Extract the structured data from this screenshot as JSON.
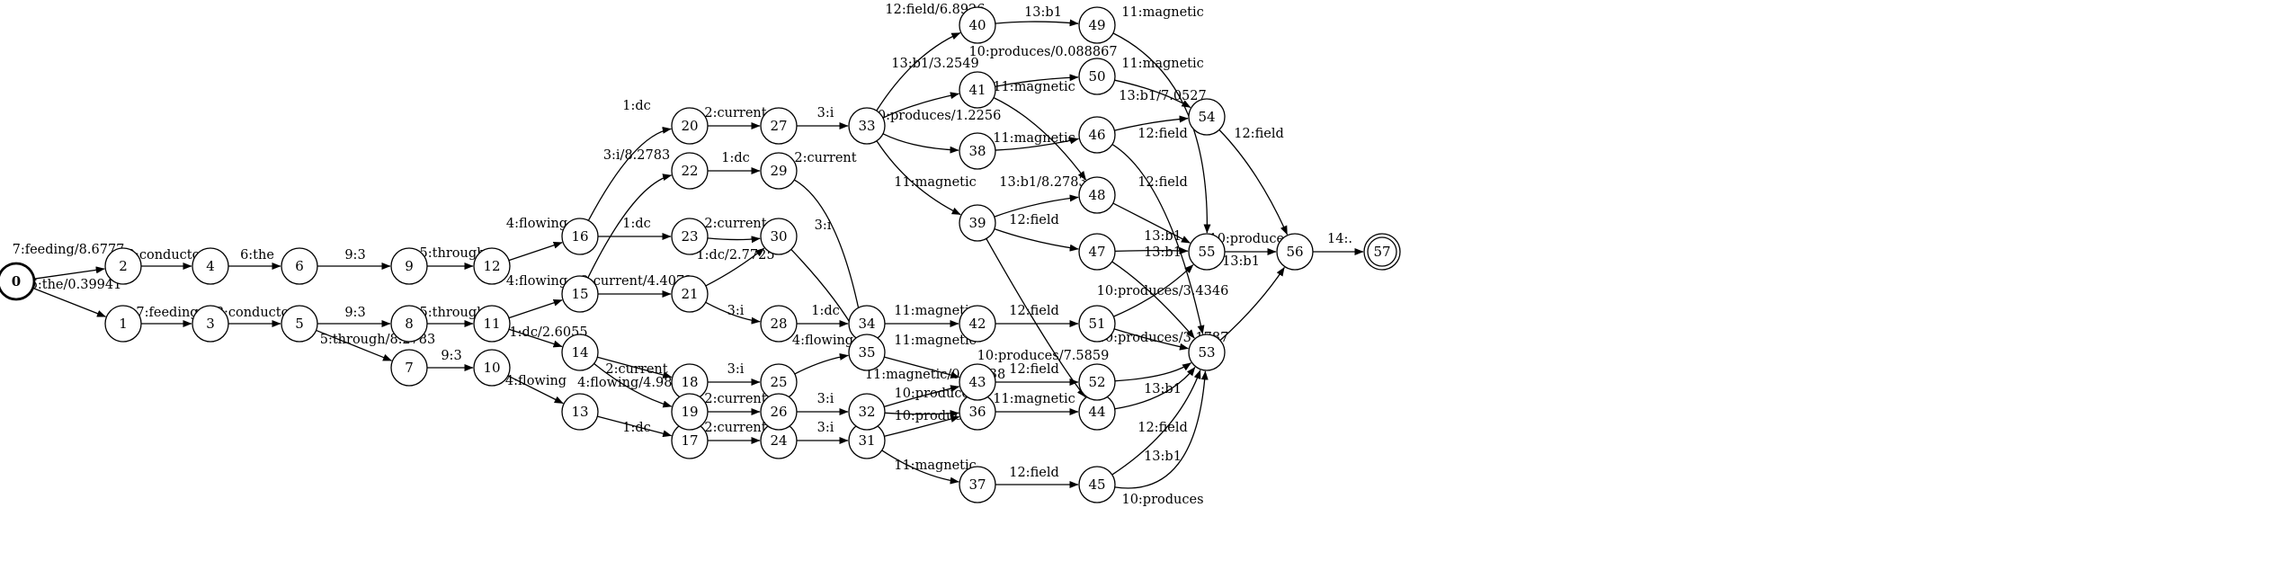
{
  "start_state": "0",
  "final_state": "57",
  "states": [
    "0",
    "1",
    "2",
    "3",
    "4",
    "5",
    "6",
    "7",
    "8",
    "9",
    "10",
    "11",
    "12",
    "13",
    "14",
    "15",
    "16",
    "17",
    "18",
    "19",
    "20",
    "21",
    "22",
    "23",
    "24",
    "25",
    "26",
    "27",
    "28",
    "29",
    "30",
    "31",
    "32",
    "33",
    "34",
    "35",
    "36",
    "37",
    "38",
    "39",
    "40",
    "41",
    "42",
    "43",
    "44",
    "45",
    "46",
    "47",
    "48",
    "49",
    "50",
    "51",
    "52",
    "53",
    "54",
    "55",
    "56",
    "57"
  ],
  "transitions": [
    {
      "from": "0",
      "to": "2",
      "label": "7:feeding/8.6777"
    },
    {
      "from": "0",
      "to": "1",
      "label": "6:the/0.39941"
    },
    {
      "from": "2",
      "to": "4",
      "label": "8:conductor"
    },
    {
      "from": "1",
      "to": "3",
      "label": "7:feeding"
    },
    {
      "from": "4",
      "to": "6",
      "label": "6:the"
    },
    {
      "from": "3",
      "to": "5",
      "label": "8:conductor"
    },
    {
      "from": "6",
      "to": "9",
      "label": "9:3"
    },
    {
      "from": "5",
      "to": "8",
      "label": "9:3"
    },
    {
      "from": "5",
      "to": "7",
      "label": "5:through/8.2783"
    },
    {
      "from": "9",
      "to": "12",
      "label": "5:through"
    },
    {
      "from": "8",
      "to": "11",
      "label": "5:through"
    },
    {
      "from": "7",
      "to": "10",
      "label": "9:3"
    },
    {
      "from": "12",
      "to": "16",
      "label": "4:flowing"
    },
    {
      "from": "11",
      "to": "15",
      "label": "4:flowing"
    },
    {
      "from": "11",
      "to": "14",
      "label": "1:dc/2.6055"
    },
    {
      "from": "10",
      "to": "13",
      "label": "4:flowing"
    },
    {
      "from": "16",
      "to": "20",
      "label": "1:dc"
    },
    {
      "from": "16",
      "to": "23",
      "label": "1:dc"
    },
    {
      "from": "15",
      "to": "22",
      "label": "3:i/8.2783"
    },
    {
      "from": "15",
      "to": "21",
      "label": "2:current/4.4072"
    },
    {
      "from": "14",
      "to": "18",
      "label": "2:current"
    },
    {
      "from": "14",
      "to": "19",
      "label": "4:flowing/4.9805"
    },
    {
      "from": "13",
      "to": "17",
      "label": "1:dc"
    },
    {
      "from": "20",
      "to": "27",
      "label": "2:current"
    },
    {
      "from": "22",
      "to": "29",
      "label": "1:dc"
    },
    {
      "from": "23",
      "to": "30",
      "label": "2:current"
    },
    {
      "from": "21",
      "to": "30",
      "label": "1:dc/2.7725"
    },
    {
      "from": "21",
      "to": "28",
      "label": "3:i"
    },
    {
      "from": "18",
      "to": "25",
      "label": "3:i"
    },
    {
      "from": "19",
      "to": "26",
      "label": "2:current"
    },
    {
      "from": "17",
      "to": "24",
      "label": "2:current"
    },
    {
      "from": "27",
      "to": "33",
      "label": "3:i"
    },
    {
      "from": "29",
      "to": "35",
      "label": "2:current"
    },
    {
      "from": "30",
      "to": "35",
      "label": "3:i"
    },
    {
      "from": "28",
      "to": "34",
      "label": "1:dc"
    },
    {
      "from": "25",
      "to": "35",
      "label": "4:flowing"
    },
    {
      "from": "26",
      "to": "32",
      "label": "3:i"
    },
    {
      "from": "24",
      "to": "31",
      "label": "3:i"
    },
    {
      "from": "33",
      "to": "40",
      "label": "12:field/6.8926"
    },
    {
      "from": "33",
      "to": "41",
      "label": "13:b1/3.2549"
    },
    {
      "from": "33",
      "to": "38",
      "label": "10:produces/1.2256"
    },
    {
      "from": "33",
      "to": "39",
      "label": "11:magnetic"
    },
    {
      "from": "34",
      "to": "42",
      "label": "11:magnetic"
    },
    {
      "from": "35",
      "to": "43",
      "label": "11:magnetic"
    },
    {
      "from": "32",
      "to": "43",
      "label": "11:magnetic/0.69238"
    },
    {
      "from": "32",
      "to": "36",
      "label": "10:produces"
    },
    {
      "from": "31",
      "to": "36",
      "label": "10:produces"
    },
    {
      "from": "31",
      "to": "37",
      "label": "11:magnetic"
    },
    {
      "from": "40",
      "to": "49",
      "label": "13:b1"
    },
    {
      "from": "41",
      "to": "50",
      "label": "10:produces/0.088867"
    },
    {
      "from": "41",
      "to": "48",
      "label": "11:magnetic"
    },
    {
      "from": "38",
      "to": "46",
      "label": "11:magnetic"
    },
    {
      "from": "39",
      "to": "48",
      "label": "13:b1/8.2783"
    },
    {
      "from": "39",
      "to": "47",
      "label": "12:field"
    },
    {
      "from": "39",
      "to": "44",
      "label": "10:produces/7.5859"
    },
    {
      "from": "42",
      "to": "51",
      "label": "12:field"
    },
    {
      "from": "43",
      "to": "52",
      "label": "12:field"
    },
    {
      "from": "36",
      "to": "44",
      "label": "11:magnetic"
    },
    {
      "from": "37",
      "to": "45",
      "label": "12:field"
    },
    {
      "from": "49",
      "to": "55",
      "label": "11:magnetic"
    },
    {
      "from": "50",
      "to": "54",
      "label": "11:magnetic"
    },
    {
      "from": "46",
      "to": "54",
      "label": "13:b1/7.0527"
    },
    {
      "from": "46",
      "to": "53",
      "label": "12:field"
    },
    {
      "from": "48",
      "to": "55",
      "label": "12:field"
    },
    {
      "from": "47",
      "to": "55",
      "label": "13:b1"
    },
    {
      "from": "47",
      "to": "53",
      "label": "13:b1"
    },
    {
      "from": "51",
      "to": "55",
      "label": "10:produces/3.4346"
    },
    {
      "from": "51",
      "to": "53",
      "label": "10:produces/3.1787"
    },
    {
      "from": "52",
      "to": "53",
      "label": "13:b1"
    },
    {
      "from": "44",
      "to": "53",
      "label": "12:field"
    },
    {
      "from": "45",
      "to": "53",
      "label": "13:b1"
    },
    {
      "from": "45",
      "to": "53",
      "label": "10:produces"
    },
    {
      "from": "54",
      "to": "56",
      "label": "12:field"
    },
    {
      "from": "55",
      "to": "56",
      "label": "10:produces"
    },
    {
      "from": "53",
      "to": "56",
      "label": "13:b1"
    },
    {
      "from": "56",
      "to": "57",
      "label": "14:."
    }
  ]
}
